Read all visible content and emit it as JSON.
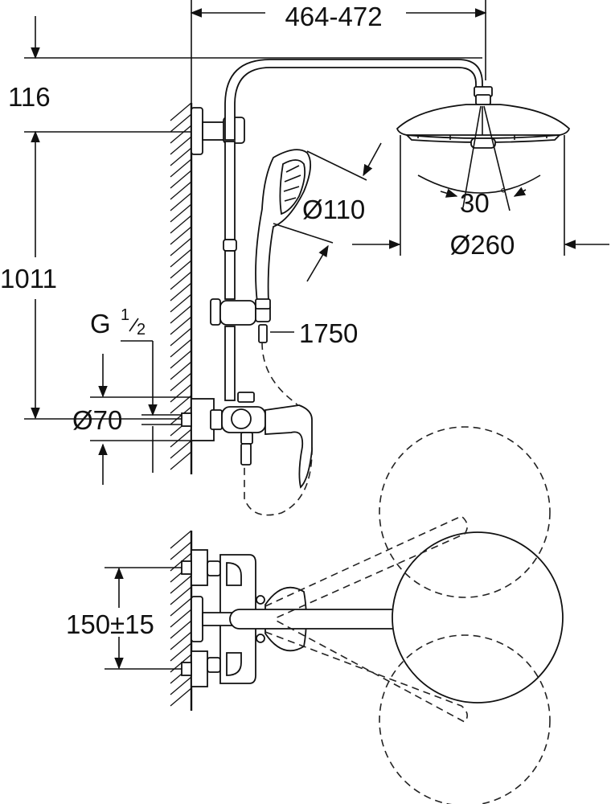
{
  "labels": {
    "width_range": "464-472",
    "top_offset": "116",
    "height": "1011",
    "thread_main": "G",
    "thread_num": "1",
    "thread_den": "2",
    "pipe_diameter": "Ø70",
    "hand_shower_diameter": "Ø110",
    "head_shower_diameter": "Ø260",
    "tilt_angle": "30",
    "tilt_unit": "°",
    "hose_length": "1750",
    "inlet_spacing": "150±15"
  }
}
